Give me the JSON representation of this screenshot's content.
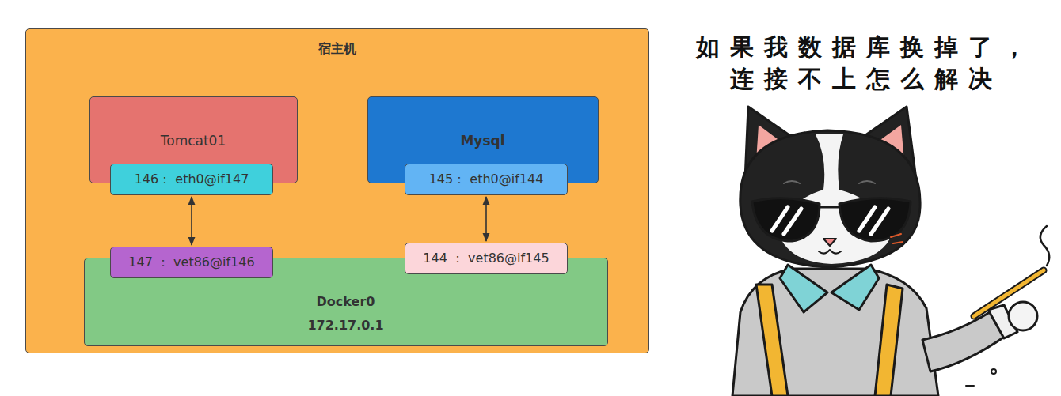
{
  "diagram": {
    "nodes": [
      {
        "text": [
          "宿主机"
        ]
      },
      {
        "text": [
          "Tomcat01"
        ],
        "in": 0
      },
      {
        "text": [
          "146： eth0@if147"
        ],
        "in": 1
      },
      {
        "text": [
          "Mysql"
        ],
        "in": 0
      },
      {
        "text": [
          "145： eth0@if144"
        ],
        "in": 3
      },
      {
        "text": [
          "Docker0",
          "172.17.0.1"
        ],
        "in": 0
      },
      {
        "text": [
          "147 ： vet86@if146"
        ],
        "in": 5
      },
      {
        "text": [
          "144 ： vet86@if145"
        ],
        "in": 5
      }
    ],
    "edges": [
      {
        "from": 2,
        "to": 6,
        "arrow": "both"
      },
      {
        "from": 4,
        "to": 7,
        "arrow": "both"
      }
    ],
    "labels": [
      "如果我数据库换掉了，连接不上怎么解决"
    ]
  }
}
